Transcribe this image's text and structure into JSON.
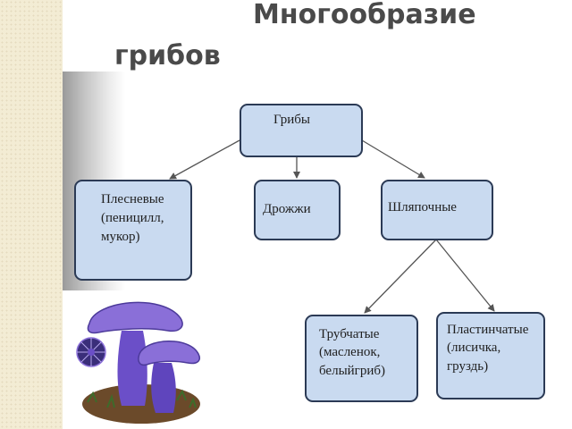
{
  "title": {
    "line1": "Многообразие",
    "line2": "грибов"
  },
  "diagram": {
    "root": "Грибы",
    "level1": [
      "Плесневые (пеницилл, мукор)",
      "Дрожжи",
      "Шляпочные"
    ],
    "level2": [
      "Трубчатые (масленок, белыйгриб)",
      "Пластинчатые (лисичка, груздь)"
    ]
  },
  "illustration": {
    "icon": "mushroom-icon",
    "colors": {
      "cap": "#8a6fd8",
      "stem": "#6b4fc8",
      "ground": "#6b4a2a"
    }
  },
  "colors": {
    "box_fill": "#c9daf0",
    "box_border": "#2b3a55",
    "arrow": "#555555",
    "title": "#4a4a4a"
  }
}
